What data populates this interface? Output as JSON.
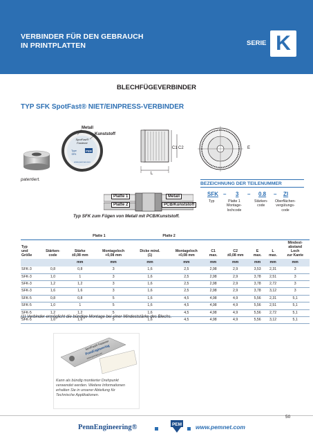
{
  "header": {
    "line1": "VERBINDER FÜR DEN GEBRAUCH",
    "line2": "IN PRINTPLATTEN",
    "serie": "SERIE",
    "letter": "K"
  },
  "subtitle": "BLECHFÜGEVERBINDER",
  "section_title": "TYP SFK SpotFast® NIET/EINPRESS-VERBINDER",
  "diagram": {
    "metall": "Metall",
    "kunststoff": "Kunststoff",
    "badge_line1": "SpotFast®",
    "badge_line2": "Fastener",
    "badge_line3": "Type",
    "badge_line4": "SFK",
    "badge_pem": "PEM",
    "badge_web": "www.pemnet.com",
    "c1": "C1",
    "c2": "C2",
    "l": "L",
    "e": "E",
    "platte1": "Platte 1",
    "platte2": "Platte 2",
    "metall2": "Metall",
    "pcb": "PCB/Kunststoff"
  },
  "patent": "patentiert.",
  "designation": {
    "title": "BEZEICHNUNG DER TEILENUMMER",
    "code_sfk": "SFK",
    "dash": "–",
    "code_3": "3",
    "code_08": "0.8",
    "code_zi": "ZI",
    "desc_typ": "Typ",
    "desc_platte": "Platte 1\nMontage-\nlochcode",
    "desc_staerke": "Stärken-\ncode",
    "desc_oberfl": "Oberflächen-\nvergütungs-\ncode"
  },
  "caption": "Typ SFK zum Fügen von Metall mit PCB/Kunststoff.",
  "table": {
    "group_platte1": "Platte 1",
    "group_platte2": "Platte 2",
    "headers": [
      "Typ\nund\nGröße",
      "Stärken-\ncode",
      "Stärke\n±0,08 mm",
      "Montageloch\n+0,08 mm",
      "Dicke mind.\n(1)",
      "Montageloch\n+0,08 mm",
      "C1\nmax.",
      "C2\n±0,08 mm",
      "E\nmax.",
      "L\nmax.",
      "Mindest-\nabstand\nLoch\nzur Kante"
    ],
    "units": [
      "",
      "",
      "mm",
      "mm",
      "mm",
      "mm",
      "mm",
      "mm",
      "mm",
      "mm",
      "mm"
    ],
    "rows": [
      [
        "SFK-3",
        "0,8",
        "0,8",
        "3",
        "1,6",
        "2,5",
        "2,98",
        "2,9",
        "3,53",
        "2,31",
        "3"
      ],
      [
        "SFK-3",
        "1,0",
        "1",
        "3",
        "1,6",
        "2,5",
        "2,98",
        "2,9",
        "3,78",
        "2,51",
        "3"
      ],
      [
        "SFK-3",
        "1,2",
        "1,2",
        "3",
        "1,6",
        "2,5",
        "2,98",
        "2,9",
        "3,78",
        "2,72",
        "3"
      ],
      [
        "SFK-3",
        "1,6",
        "1,6",
        "3",
        "1,6",
        "2,5",
        "2,98",
        "2,9",
        "3,78",
        "3,12",
        "3"
      ],
      [
        "SFK-5",
        "0,8",
        "0,8",
        "5",
        "1,6",
        "4,5",
        "4,98",
        "4,9",
        "5,56",
        "2,31",
        "5,1"
      ],
      [
        "SFK-5",
        "1,0",
        "1",
        "5",
        "1,6",
        "4,5",
        "4,98",
        "4,9",
        "5,56",
        "2,51",
        "5,1"
      ],
      [
        "SFK-5",
        "1,2",
        "1,2",
        "5",
        "1,6",
        "4,5",
        "4,98",
        "4,9",
        "5,56",
        "2,72",
        "5,1"
      ],
      [
        "SFK-5",
        "1,6",
        "1,6",
        "5",
        "1,6",
        "4,5",
        "4,98",
        "4,9",
        "5,56",
        "3,12",
        "5,1"
      ]
    ]
  },
  "footnote": "(1) Verbinder ermöglicht die bündige Montage bei einer Mindeststärke des Blechs.",
  "photo_caption": "Kann als bündig montierter Drehpunkt\nverwendet werden. Weitere Informationen\nerhalten Sie in unserer Abteilung für\nTechnische Applikationen.",
  "photo_text": {
    "l1": "SpotFast® Fastener",
    "l2": "PennEngineering",
    "l3": "www.pemnet.com"
  },
  "footer": {
    "brand": "PennEngineering®",
    "pem": "PEM",
    "web": "www.pemnet.com",
    "page": "50"
  },
  "colors": {
    "brand_blue": "#2c6fb3",
    "unit_row": "#d9e4f0"
  }
}
